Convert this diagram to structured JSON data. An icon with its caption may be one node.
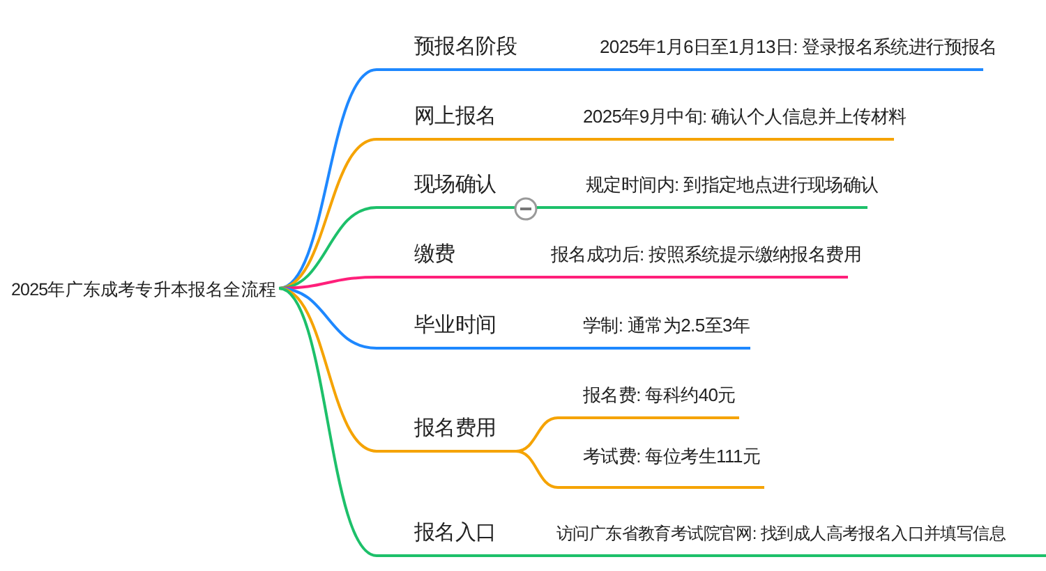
{
  "diagram": {
    "nodes": [
      {
        "text": [
          "2025年广东成考专升本报名全流程"
        ]
      },
      {
        "text": [
          "预报名阶段"
        ]
      },
      {
        "text": [
          "2025年1月6日至1月13日: 登录报名系统进行预报名"
        ]
      },
      {
        "text": [
          "网上报名"
        ]
      },
      {
        "text": [
          "2025年9月中旬: 确认个人信息并上传材料"
        ]
      },
      {
        "text": [
          "现场确认"
        ]
      },
      {
        "text": [
          "规定时间内: 到指定地点进行现场确认"
        ]
      },
      {
        "text": [
          "缴费"
        ]
      },
      {
        "text": [
          "报名成功后: 按照系统提示缴纳报名费用"
        ]
      },
      {
        "text": [
          "毕业时间"
        ]
      },
      {
        "text": [
          "学制: 通常为2.5至3年"
        ]
      },
      {
        "text": [
          "报名费用"
        ]
      },
      {
        "text": [
          "报名费: 每科约40元"
        ]
      },
      {
        "text": [
          "考试费: 每位考生111元"
        ]
      },
      {
        "text": [
          "报名入口"
        ]
      },
      {
        "text": [
          "访问广东省教育考试院官网: 找到成人高考报名入口并填写信息"
        ]
      }
    ],
    "edges": [
      {
        "from": 0,
        "to": 1,
        "arrow": "none",
        "color": "#1e88ff"
      },
      {
        "from": 1,
        "to": 2,
        "arrow": "none",
        "color": "#1e88ff"
      },
      {
        "from": 0,
        "to": 3,
        "arrow": "none",
        "color": "#f5a300"
      },
      {
        "from": 3,
        "to": 4,
        "arrow": "none",
        "color": "#f5a300"
      },
      {
        "from": 0,
        "to": 5,
        "arrow": "none",
        "color": "#1dc06a"
      },
      {
        "from": 5,
        "to": 6,
        "arrow": "none",
        "color": "#1dc06a"
      },
      {
        "from": 0,
        "to": 7,
        "arrow": "none",
        "color": "#ff1f7a"
      },
      {
        "from": 7,
        "to": 8,
        "arrow": "none",
        "color": "#ff1f7a"
      },
      {
        "from": 0,
        "to": 9,
        "arrow": "none",
        "color": "#1e88ff"
      },
      {
        "from": 9,
        "to": 10,
        "arrow": "none",
        "color": "#1e88ff"
      },
      {
        "from": 0,
        "to": 11,
        "arrow": "none",
        "color": "#f5a300"
      },
      {
        "from": 11,
        "to": 12,
        "arrow": "none",
        "color": "#f5a300"
      },
      {
        "from": 11,
        "to": 13,
        "arrow": "none",
        "color": "#f5a300"
      },
      {
        "from": 0,
        "to": 14,
        "arrow": "none",
        "color": "#1dc06a"
      },
      {
        "from": 14,
        "to": 15,
        "arrow": "none",
        "color": "#1dc06a"
      }
    ]
  }
}
